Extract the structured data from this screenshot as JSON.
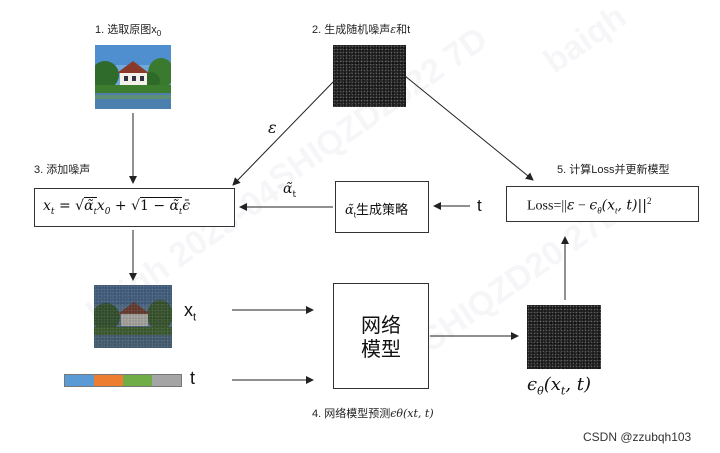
{
  "steps": {
    "step1": "1. 选取原图x",
    "step1_sub": "0",
    "step2": "2. 生成随机噪声",
    "step2_eps": "ε",
    "step2_tail": "和t",
    "step3": "3. 添加噪声",
    "step4": "4. 网络模型预测",
    "step4_math": "ϵθ(xt, t)",
    "step5": "5. 计算Loss并更新模型"
  },
  "formula": {
    "lhs": "x",
    "lhs_sub": "t",
    "eq": " = ",
    "alpha": "α̃",
    "alpha_sub": "t",
    "x0": "x",
    "x0_sub": "0",
    "plus": " + ",
    "one_minus": "1 − ",
    "eps_bar": "ϵ̄"
  },
  "labels": {
    "epsilon_arrow": "ε",
    "alpha_arrow": "α̃",
    "alpha_arrow_sub": "t",
    "t_in": "t",
    "xt_label": "x",
    "xt_sub": "t",
    "t_label": "t",
    "eps_theta": "ϵ",
    "eps_theta_sub": "θ",
    "eps_theta_args": "(x",
    "eps_theta_args_sub": "t",
    "eps_theta_args_tail": ", t)"
  },
  "boxes": {
    "strategy_alpha": "α̃",
    "strategy_sub": "t",
    "strategy_text": "生成策略",
    "network_line1": "网络",
    "network_line2": "模型",
    "loss_prefix": "Loss=||",
    "loss_eps": "ε",
    "loss_minus": " − ",
    "loss_model": "ϵ",
    "loss_model_sub": "θ",
    "loss_args": "(x",
    "loss_args_sub": "t",
    "loss_args_tail": ", t)||",
    "loss_sup": "2"
  },
  "time_embedding": {
    "colors": [
      "#5b9bd5",
      "#ed7d31",
      "#70ad47",
      "#a5a5a5"
    ]
  },
  "footer": {
    "credit": "CSDN @zzubqh103"
  },
  "watermarks": [
    "SHIQZD2022 7D",
    "baiqh  2023-04-",
    "20 SHIQZD20 27D",
    "baiqh"
  ]
}
